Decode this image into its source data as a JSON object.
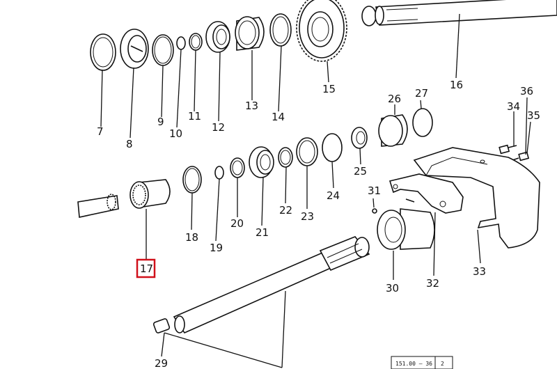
{
  "diagram": {
    "highlight_color": "#d0101a",
    "highlighted_part": "17",
    "parts": [
      {
        "id": "p7",
        "label": "7"
      },
      {
        "id": "p8",
        "label": "8"
      },
      {
        "id": "p9",
        "label": "9"
      },
      {
        "id": "p10",
        "label": "10"
      },
      {
        "id": "p11",
        "label": "11"
      },
      {
        "id": "p12",
        "label": "12"
      },
      {
        "id": "p13",
        "label": "13"
      },
      {
        "id": "p14",
        "label": "14"
      },
      {
        "id": "p15",
        "label": "15"
      },
      {
        "id": "p16",
        "label": "16"
      },
      {
        "id": "p17",
        "label": "17"
      },
      {
        "id": "p18",
        "label": "18"
      },
      {
        "id": "p19",
        "label": "19"
      },
      {
        "id": "p20",
        "label": "20"
      },
      {
        "id": "p21",
        "label": "21"
      },
      {
        "id": "p22",
        "label": "22"
      },
      {
        "id": "p23",
        "label": "23"
      },
      {
        "id": "p24",
        "label": "24"
      },
      {
        "id": "p25",
        "label": "25"
      },
      {
        "id": "p26",
        "label": "26"
      },
      {
        "id": "p27",
        "label": "27"
      },
      {
        "id": "p29",
        "label": "29"
      },
      {
        "id": "p30",
        "label": "30"
      },
      {
        "id": "p31",
        "label": "31"
      },
      {
        "id": "p32",
        "label": "32"
      },
      {
        "id": "p33",
        "label": "33"
      },
      {
        "id": "p34",
        "label": "34"
      },
      {
        "id": "p35",
        "label": "35"
      },
      {
        "id": "p36",
        "label": "36"
      }
    ],
    "stamp": {
      "code": "151.00 — 36",
      "sheet": "2"
    }
  }
}
